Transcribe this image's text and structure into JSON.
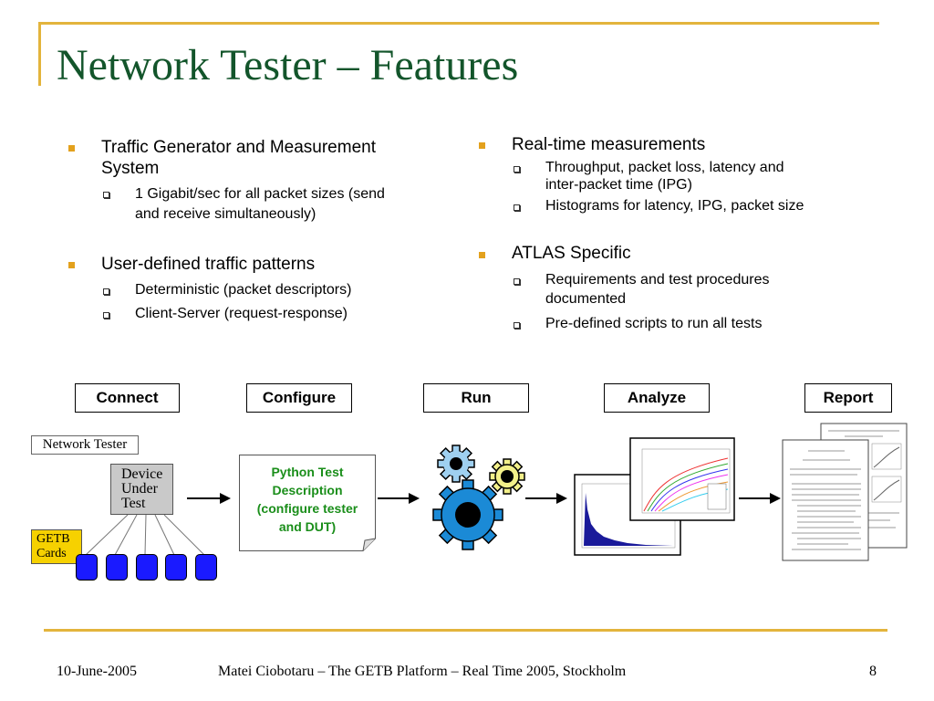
{
  "slide": {
    "title": "Network Tester – Features"
  },
  "left_column": {
    "items": [
      {
        "text_line1": "Traffic Generator and Measurement",
        "text_line2": "System",
        "subs": [
          {
            "line1": "1 Gigabit/sec for all packet sizes (send",
            "line2": "and receive simultaneously)"
          }
        ]
      },
      {
        "text_line1": "User-defined traffic patterns",
        "subs": [
          {
            "line1": "Deterministic (packet descriptors)"
          },
          {
            "line1": "Client-Server (request-response)"
          }
        ]
      }
    ]
  },
  "right_column": {
    "items": [
      {
        "text_line1": "Real-time measurements",
        "subs": [
          {
            "line1": "Throughput, packet loss, latency and",
            "line2": "inter-packet time (IPG)"
          },
          {
            "line1": "Histograms for latency, IPG, packet size"
          }
        ]
      },
      {
        "text_line1": "ATLAS Specific",
        "subs": [
          {
            "line1": "Requirements and test procedures",
            "line2": "documented"
          },
          {
            "line1": "Pre-defined scripts to run all tests"
          }
        ]
      }
    ]
  },
  "workflow": {
    "steps": [
      "Connect",
      "Configure",
      "Run",
      "Analyze",
      "Report"
    ]
  },
  "diagram": {
    "network_tester_label": "Network Tester",
    "dut_lines": [
      "Device",
      "Under",
      "Test"
    ],
    "getb_lines": [
      "GETB",
      "Cards"
    ],
    "python_lines": [
      "Python Test",
      "Description",
      "(configure tester",
      "and DUT)"
    ]
  },
  "footer": {
    "date": "10-June-2005",
    "center": "Matei Ciobotaru – The GETB Platform – Real Time 2005, Stockholm",
    "page": "8"
  },
  "colors": {
    "title": "#13552b",
    "accent": "#e3b43c",
    "python_text": "#1a8e1a",
    "card_blue": "#1a1aff",
    "getb_yellow": "#f6d100"
  }
}
